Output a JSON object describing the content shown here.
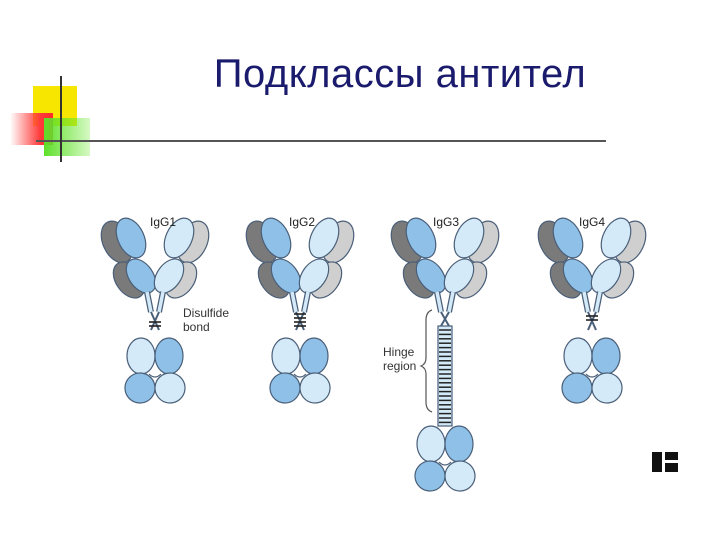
{
  "slide": {
    "title": "Подклассы антител"
  },
  "diagram": {
    "subclasses": [
      {
        "label": "IgG1"
      },
      {
        "label": "IgG2"
      },
      {
        "label": "IgG3"
      },
      {
        "label": "IgG4"
      }
    ],
    "annotations": {
      "disulfide_line1": "Disulfide",
      "disulfide_line2": "bond",
      "hinge_line1": "Hinge",
      "hinge_line2": "region"
    },
    "colors": {
      "light_chain_dark": "#777777",
      "heavy_chain_blue": "#8fc0e8",
      "light_blue": "#d4eaf8",
      "outline": "#4a5f78",
      "title_color": "#1b1b6e"
    }
  }
}
